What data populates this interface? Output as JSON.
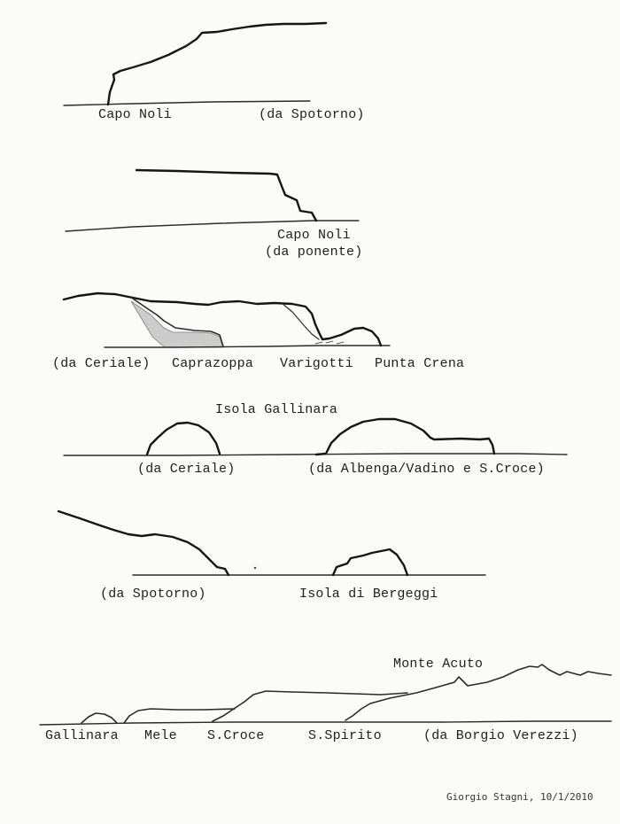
{
  "sketch_1": {
    "cape": "Capo Noli",
    "viewpoint": "(da Spotorno)"
  },
  "sketch_2": {
    "cape": "Capo Noli",
    "viewpoint": "(da ponente)"
  },
  "sketch_3": {
    "viewpoint": "(da Ceriale)",
    "places": [
      "Caprazoppa",
      "Varigotti",
      "Punta Crena"
    ]
  },
  "sketch_4": {
    "title": "Isola Gallinara",
    "view_left": "(da Ceriale)",
    "view_right": "(da Albenga/Vadino e S.Croce)"
  },
  "sketch_5": {
    "viewpoint": "(da Spotorno)",
    "island": "Isola di Bergeggi"
  },
  "sketch_6": {
    "peak": "Monte Acuto",
    "places": [
      "Gallinara",
      "Mele",
      "S.Croce",
      "S.Spirito"
    ],
    "viewpoint": "(da Borgio Verezzi)"
  },
  "signature": "Giorgio Stagni, 10/1/2010"
}
